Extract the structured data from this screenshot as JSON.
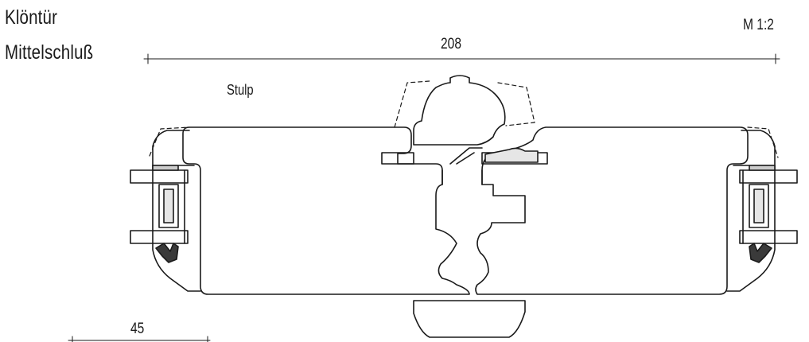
{
  "title": {
    "line1": "Klöntür",
    "line2": "Mittelschluß"
  },
  "scale_label": "M 1:2",
  "dimensions": {
    "overall_width": "208",
    "scale_bar": "45"
  },
  "part_label": "Stulp",
  "colors": {
    "ink": "#1a1a1a",
    "gasket_fill": "#e6e6e6",
    "seal_fill": "#3a3a3a"
  }
}
